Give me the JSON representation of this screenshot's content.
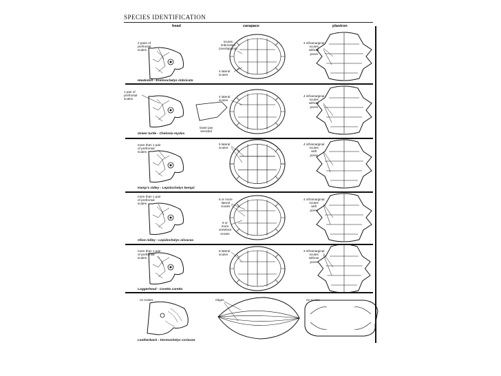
{
  "header": {
    "title": "SPECIES IDENTIFICATION",
    "col_head": "head",
    "col_carapace": "carapace",
    "col_plastron": "plastron"
  },
  "rows": [
    {
      "caption": "Hawksbill - Eretmochelys imbricata",
      "head_label": "2 pairs of\nprefrontal\nscales",
      "carapace_label": "scutes\nimbricated\n(overlapping)",
      "carapace_label2": "4 lateral\nscutes",
      "plastron_label": "4 inframarginal\nscutes\nwithout\npores"
    },
    {
      "caption": "Green turtle - Chelonia mydas",
      "head_label": "1 pair of\nprefrontal\nscales",
      "extra_label": "lower jaw\nserrated",
      "carapace_label": "4 lateral\nscutes",
      "plastron_label": "4 inframarginal\nscutes\nwithout\npores"
    },
    {
      "caption": "Kemp's ridley - Lepidochelys kempii",
      "head_label": "more than 1 pair\nof prefrontal\nscales",
      "carapace_label": "5 lateral\nscutes",
      "plastron_label": "4 inframarginal\nscutes\nwith\npores"
    },
    {
      "caption": "Olive ridley - Lepidochelys olivacea",
      "head_label": "more than 1 pair\nof prefrontal\nscales",
      "carapace_label": "6 or more\nlateral\nscutes",
      "carapace_label2": "6 or\nmore\nvertebral\nscutes",
      "plastron_label": "4 inframarginal\nscutes\nwith\npores"
    },
    {
      "caption": "Loggerhead - Caretta caretta",
      "head_label": "more than 1 pair\nof prefrontal\nscales",
      "carapace_label": "5 lateral\nscutes",
      "plastron_label": "3 inframarginal\nscutes\nwithout\npores"
    },
    {
      "caption": "Leatherback - Dermochelys coriacea",
      "head_label": "no scales",
      "carapace_label": "ridges",
      "plastron_label": "no scutes"
    }
  ]
}
